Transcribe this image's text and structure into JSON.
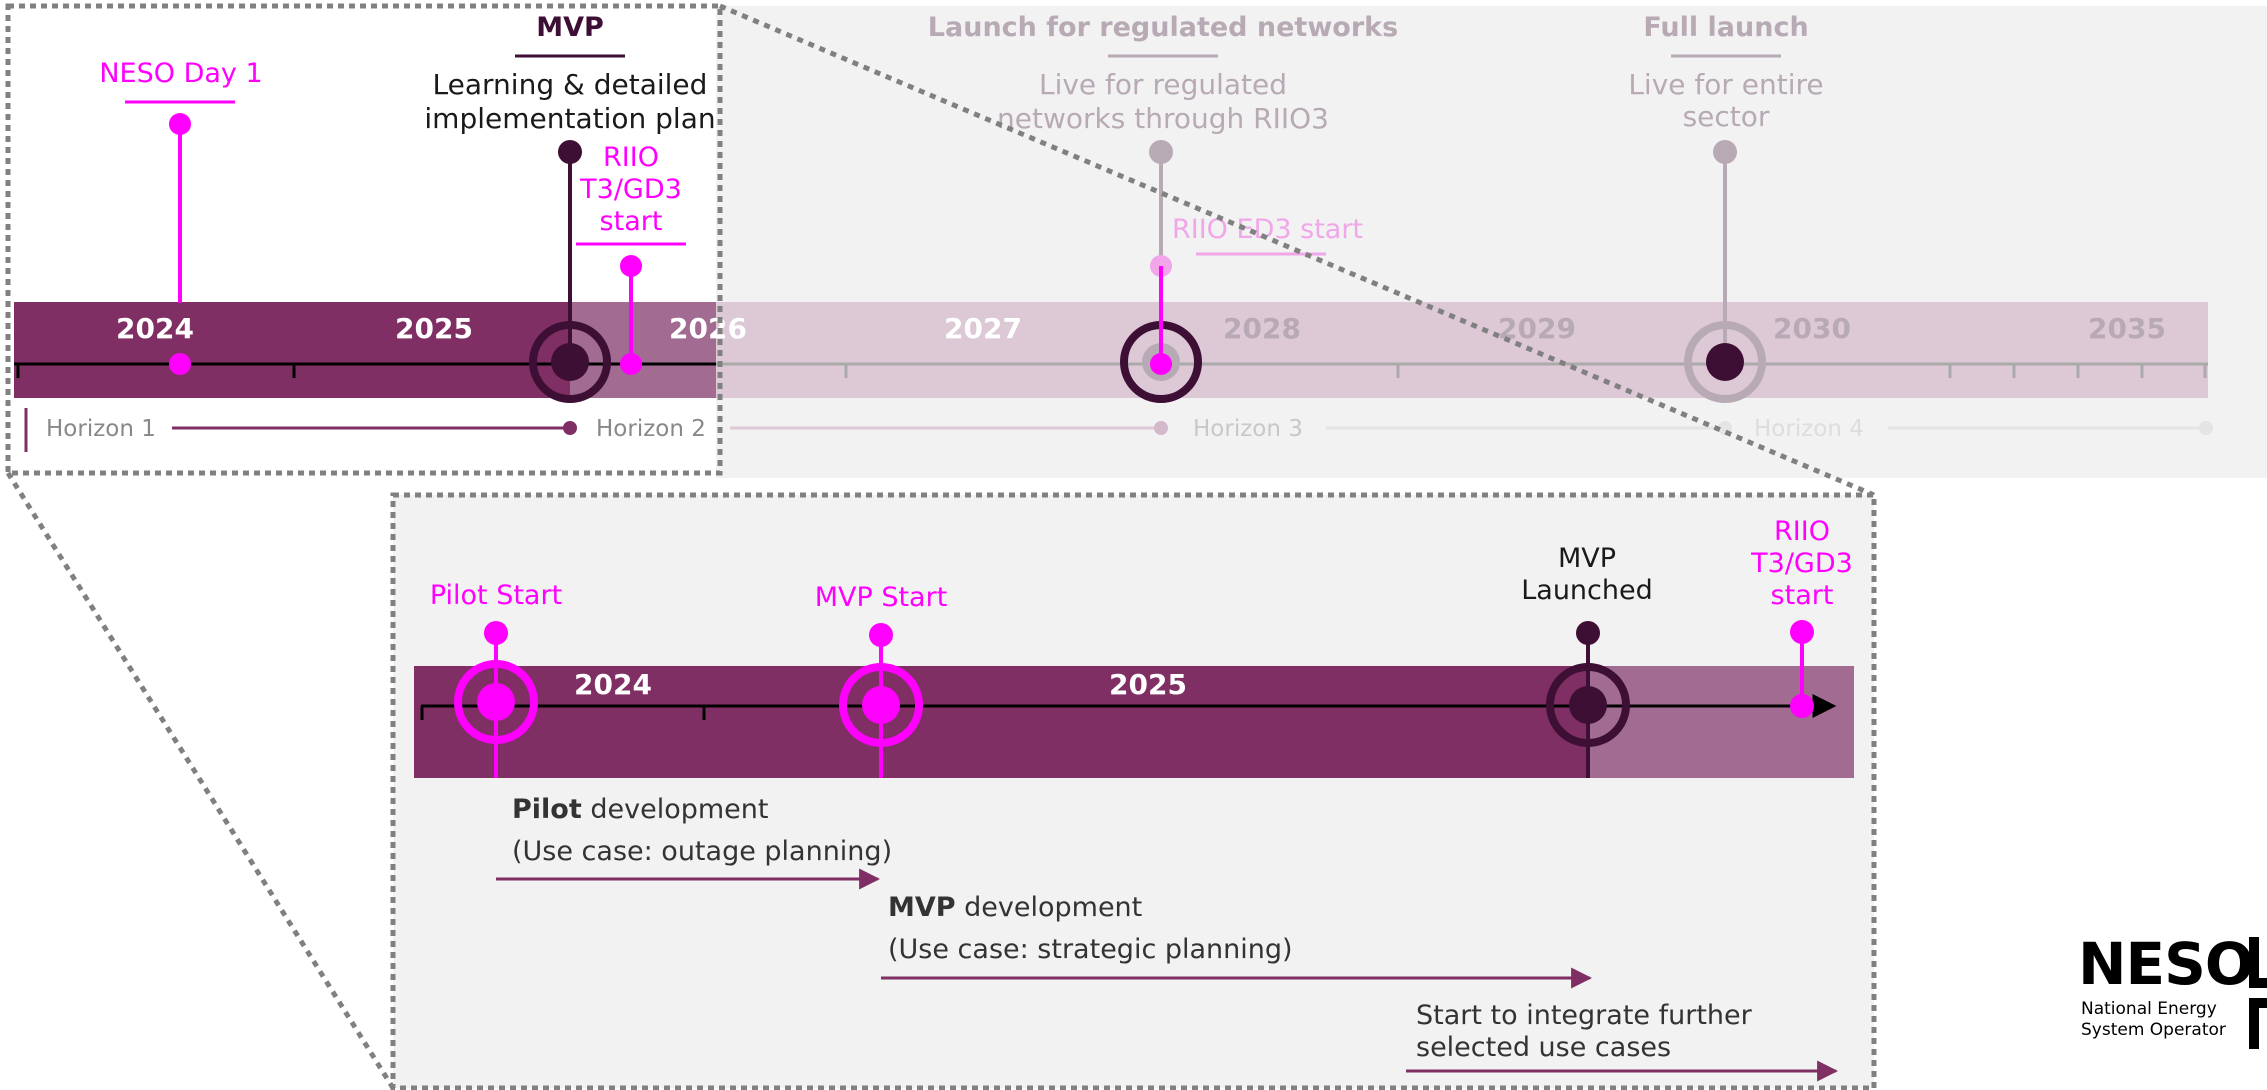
{
  "colors": {
    "magenta": "#ff00ff",
    "dark_plum": "#3d0f35",
    "band_dark": "#7f2f63",
    "band_light": "#a26b92",
    "band_faded": "#ddc8d6",
    "muted_grey": "#b8aab5",
    "panel_grey": "#f2f2f2"
  },
  "roadmap": {
    "years": [
      "2024",
      "2025",
      "2026",
      "2027",
      "2028",
      "2029",
      "2030",
      "2035"
    ],
    "milestones": {
      "neso_day1": "NESO Day 1",
      "mvp_title": "MVP",
      "mvp_line1": "Learning & detailed",
      "mvp_line2": "implementation plan",
      "riio_t3_line1": "RIIO",
      "riio_t3_line2": "T3/GD3",
      "riio_t3_line3": "start",
      "launch_title": "Launch for regulated networks",
      "launch_line1": "Live for regulated",
      "launch_line2": "networks through RIIO3",
      "riio_ed3": "RIIO ED3 start",
      "full_title": "Full launch",
      "full_line1": "Live for entire",
      "full_line2": "sector"
    },
    "horizons": [
      "Horizon 1",
      "Horizon 2",
      "Horizon 3",
      "Horizon 4"
    ]
  },
  "zoom": {
    "years": [
      "2024",
      "2025"
    ],
    "milestones": {
      "pilot_start": "Pilot Start",
      "mvp_start": "MVP Start",
      "mvp_launched_line1": "MVP",
      "mvp_launched_line2": "Launched",
      "riio_line1": "RIIO",
      "riio_line2": "T3/GD3",
      "riio_line3": "start"
    },
    "phases": {
      "pilot_bold": "Pilot",
      "pilot_rest": " development",
      "pilot_case": "(Use case: outage planning)",
      "mvp_bold": "MVP",
      "mvp_rest": " development",
      "mvp_case": "(Use case: strategic planning)",
      "integrate_line1": "Start to integrate further",
      "integrate_line2": "selected use cases"
    }
  },
  "logo": {
    "brand": "NESO",
    "line1": "National Energy",
    "line2": "System Operator"
  }
}
